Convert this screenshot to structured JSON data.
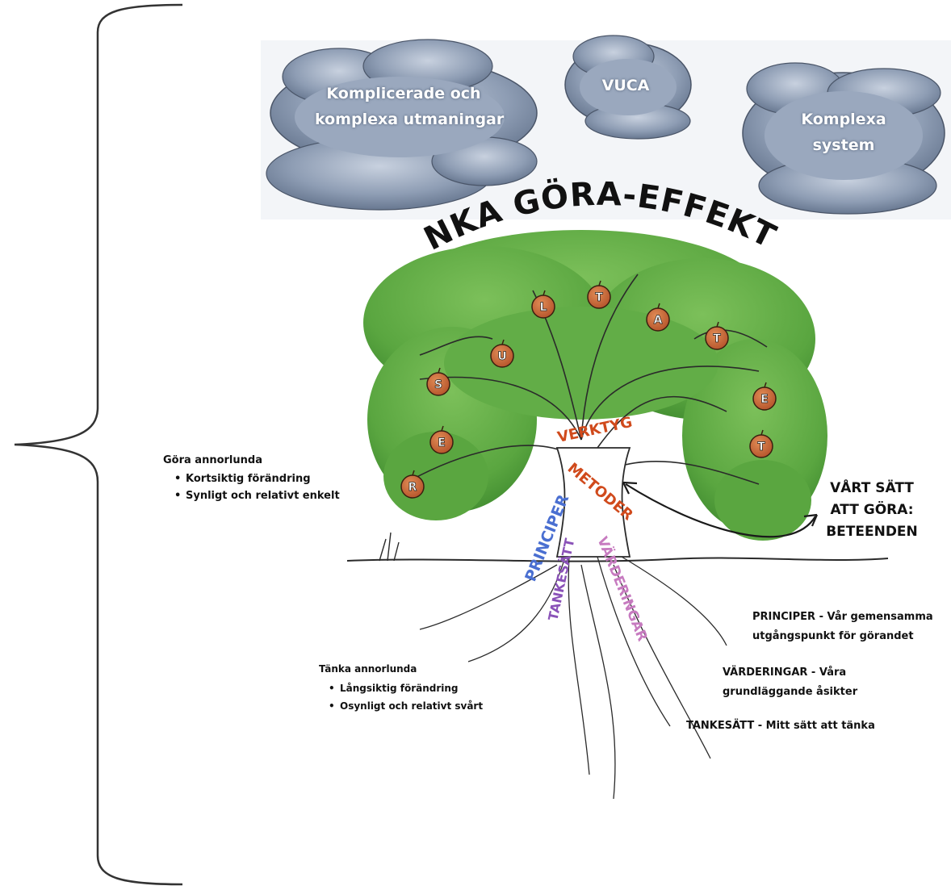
{
  "title": "TÄNKA GÖRA-EFFEKTEN",
  "clouds": [
    {
      "lines": [
        "Komplicerade och",
        "komplexa utmaningar"
      ]
    },
    {
      "lines": [
        "VUCA"
      ]
    },
    {
      "lines": [
        "Komplexa",
        "system"
      ]
    }
  ],
  "apples": [
    "R",
    "E",
    "S",
    "U",
    "L",
    "T",
    "A",
    "T",
    "E",
    "T"
  ],
  "trunk": {
    "line1": "VERKTYG",
    "line2": "METODER"
  },
  "roots": {
    "left": "PRINCIPER",
    "middle": "TANKESÄTT",
    "right": "VÄRDERINGAR"
  },
  "behaviour": {
    "line1": "VÅRT SÄTT",
    "line2": "ATT GÖRA:",
    "line3": "BETEENDEN"
  },
  "do_differently": {
    "heading": "Göra annorlunda",
    "items": [
      "Kortsiktig förändring",
      "Synligt och relativt enkelt"
    ]
  },
  "think_differently": {
    "heading": "Tänka annorlunda",
    "items": [
      "Långsiktig förändring",
      "Osynligt och relativt svårt"
    ]
  },
  "definitions": {
    "principles_1": "PRINCIPER - Vår gemensamma",
    "principles_2": "utgångspunkt för görandet",
    "values_1": "VÄRDERINGAR - Våra",
    "values_2": "grundläggande åsikter",
    "mindset": "TANKESÄTT - Mitt sätt att tänka"
  },
  "colors": {
    "foliage": "#5aa640",
    "foliage_dark": "#3f8a2f",
    "cloud": "#8e9db4",
    "apple": "#c0602f",
    "trunk_text": "#d04a1c",
    "root_principles": "#4a6fd1",
    "root_mindset": "#8a52b8",
    "root_values": "#c77bc0"
  }
}
